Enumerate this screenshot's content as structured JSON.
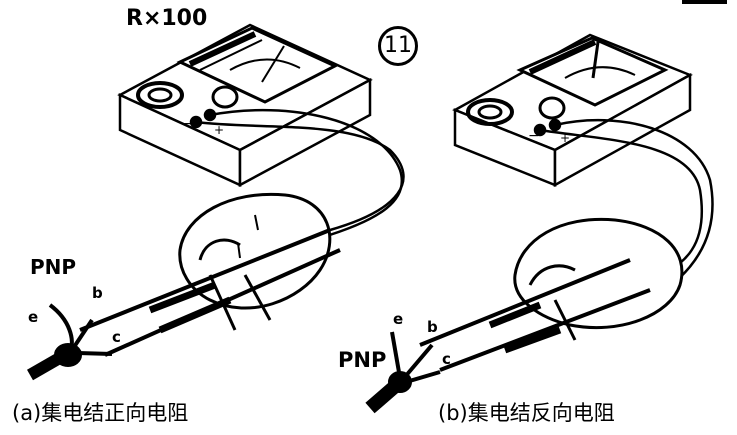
{
  "figure": {
    "range_setting": "R×100",
    "figure_number": "11",
    "panel_a": {
      "transistor_type": "PNP",
      "pins": {
        "emitter": "e",
        "base": "b",
        "collector": "c"
      },
      "caption": "(a)集电结正向电阻"
    },
    "panel_b": {
      "transistor_type": "PNP",
      "pins": {
        "emitter": "e",
        "base": "b",
        "collector": "c"
      },
      "caption": "(b)集电结反向电阻"
    },
    "colors": {
      "ink": "#000000",
      "paper": "#ffffff"
    }
  }
}
